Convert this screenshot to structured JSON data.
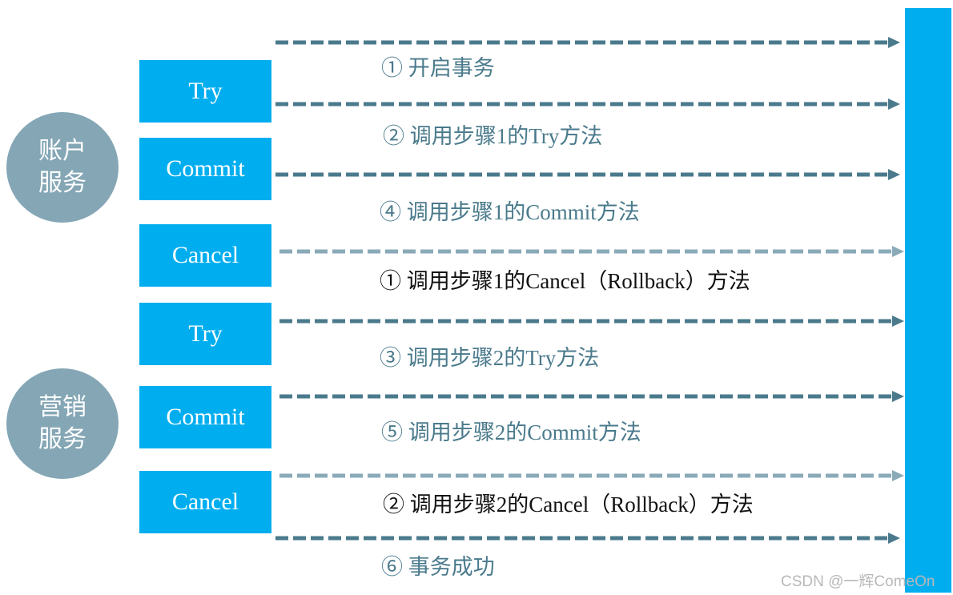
{
  "services": [
    {
      "line1": "账户",
      "line2": "服务"
    },
    {
      "line1": "营销",
      "line2": "服务"
    }
  ],
  "boxes": [
    {
      "label": "Try"
    },
    {
      "label": "Commit"
    },
    {
      "label": "Cancel"
    },
    {
      "label": "Try"
    },
    {
      "label": "Commit"
    },
    {
      "label": "Cancel"
    }
  ],
  "steps": [
    {
      "text": "① 开启事务",
      "style": "normal"
    },
    {
      "text": "② 调用步骤1的Try方法",
      "style": "normal"
    },
    {
      "text": "④ 调用步骤1的Commit方法",
      "style": "normal"
    },
    {
      "text": "① 调用步骤1的Cancel（Rollback）方法",
      "style": "rollback"
    },
    {
      "text": "③ 调用步骤2的Try方法",
      "style": "normal"
    },
    {
      "text": "⑤ 调用步骤2的Commit方法",
      "style": "normal"
    },
    {
      "text": "② 调用步骤2的Cancel（Rollback）方法",
      "style": "rollback"
    },
    {
      "text": "⑥ 事务成功",
      "style": "normal"
    }
  ],
  "colors": {
    "box_fill": "#00aeef",
    "circle_fill": "#84a6b5",
    "arrow_normal": "#4a7a8c",
    "arrow_rollback": "#8aaab8",
    "target_bar": "#00aeef"
  },
  "watermark": "CSDN @一辉ComeOn"
}
